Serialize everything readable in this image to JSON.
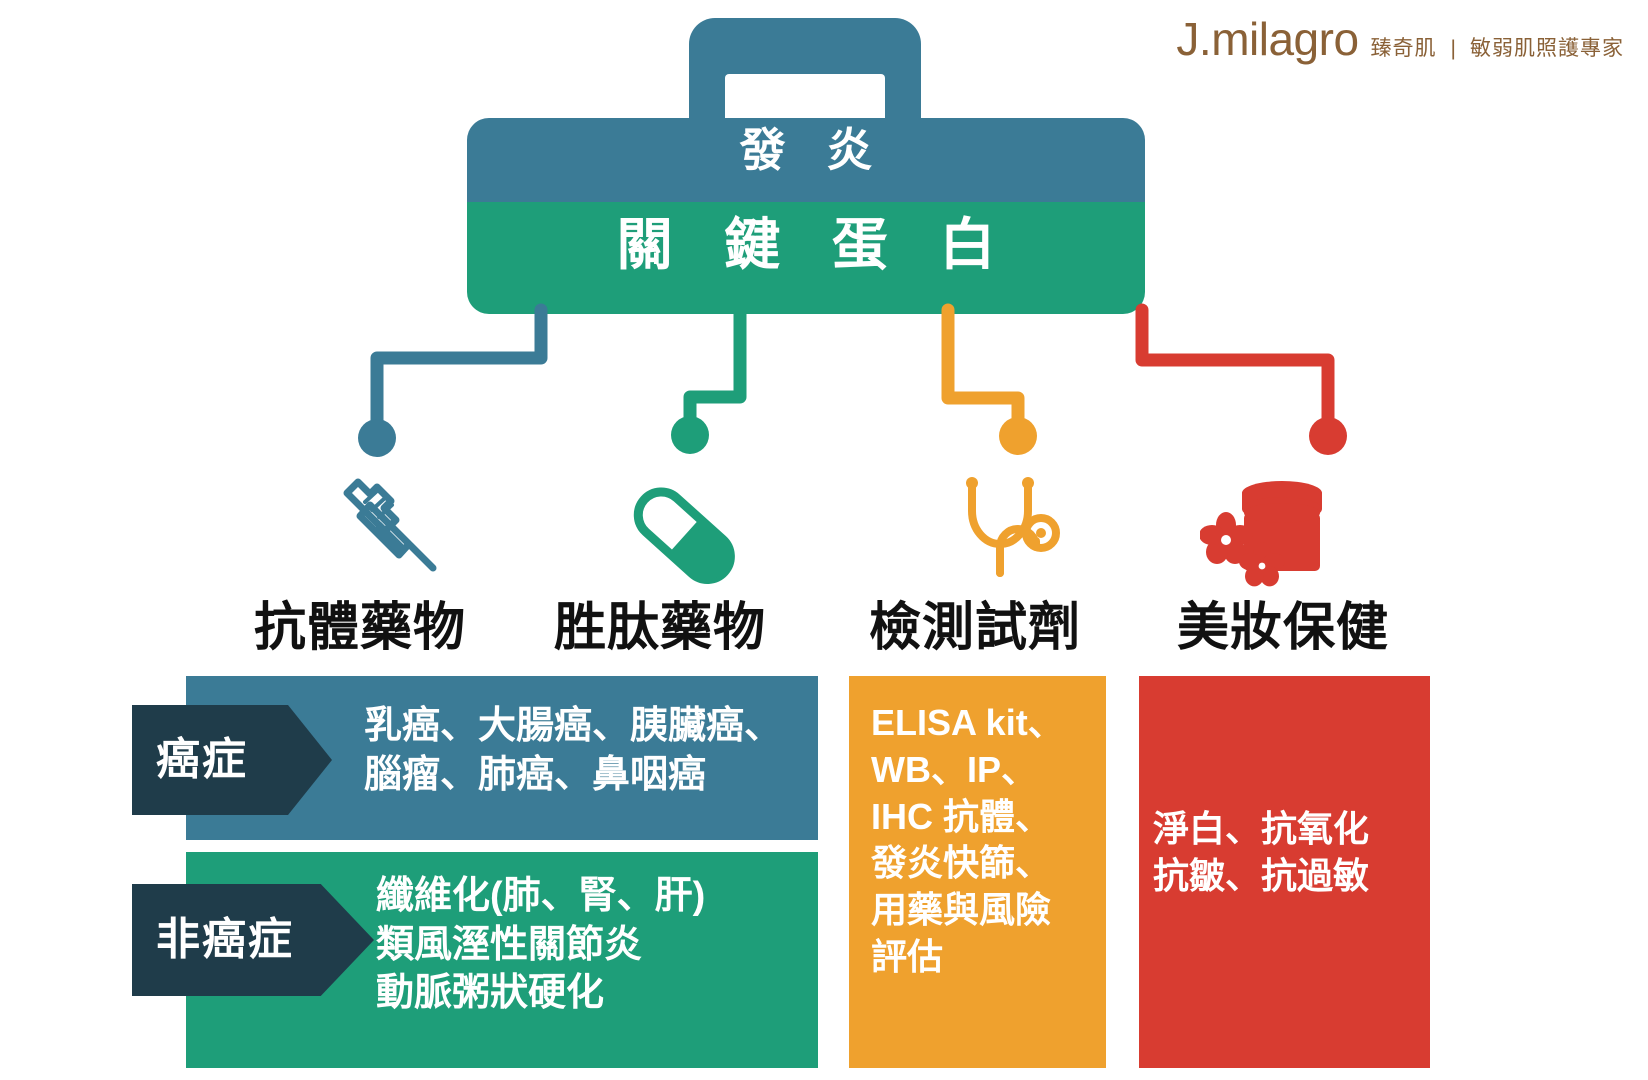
{
  "brand": {
    "wordmark": "J.milagro",
    "chinese_name": "臻奇肌",
    "divider": "|",
    "tagline": "敏弱肌照護專家",
    "color": "#8a6137"
  },
  "header": {
    "title_top": "發 炎",
    "title_bottom": "關 鍵 蛋 白",
    "top_color": "#3B7B96",
    "bottom_color": "#1E9E79",
    "icon_name": "briefcase-shape"
  },
  "columns": [
    {
      "key": "antibody",
      "label": "抗體藥物",
      "icon": "syringe-icon",
      "color": "#3B7B96"
    },
    {
      "key": "peptide",
      "label": "胜肽藥物",
      "icon": "capsule-pill-icon",
      "color": "#1E9E79"
    },
    {
      "key": "diagnostic",
      "label": "檢測試劑",
      "icon": "stethoscope-icon",
      "color": "#EFA12E"
    },
    {
      "key": "cosmetic",
      "label": "美妝保健",
      "icon": "cosmetic-jar-flower-icon",
      "color": "#D83C31"
    }
  ],
  "panels": {
    "cancer": {
      "tag": "癌症",
      "tag_color": "#1F3C4A",
      "body_color": "#3B7B96",
      "text": "乳癌、大腸癌、胰臟癌、\n腦瘤、肺癌、鼻咽癌"
    },
    "non_cancer": {
      "tag": "非癌症",
      "tag_color": "#1F3C4A",
      "body_color": "#1E9E79",
      "text": "纖維化(肺、腎、肝)\n類風溼性關節炎\n動脈粥狀硬化"
    },
    "diagnostic": {
      "body_color": "#EFA12E",
      "text": "ELISA kit、\nWB、IP、\nIHC 抗體、\n發炎快篩、\n用藥與風險\n評估"
    },
    "cosmetic": {
      "body_color": "#D83C31",
      "text": "淨白、抗氧化\n抗皺、抗過敏"
    }
  },
  "connectors": [
    {
      "key": "antibody-connector",
      "color": "#3B7B96"
    },
    {
      "key": "peptide-connector",
      "color": "#1E9E79"
    },
    {
      "key": "diagnostic-connector",
      "color": "#EFA12E"
    },
    {
      "key": "cosmetic-connector",
      "color": "#D83C31"
    }
  ]
}
